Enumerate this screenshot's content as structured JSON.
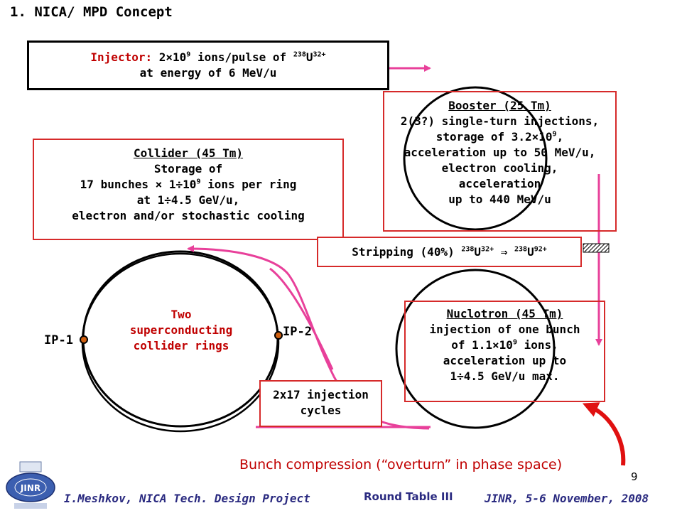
{
  "page_title": "1. NICA/ MPD Concept",
  "injector": {
    "label": "Injector:",
    "line1_text": " 2×10",
    "line1_exp": "9",
    "line1_mid": " ions/pulse of ",
    "line1_iso": "238",
    "line1_elem": "U",
    "line1_charge": "32+",
    "line2": "at energy of 6 MeV/u"
  },
  "booster": {
    "title": "Booster (25 Tm)",
    "line1": "2(3?) single-turn injections,",
    "line2_text": "storage of 3.2×10",
    "line2_exp": "9",
    "line2_tail": ",",
    "line3": "acceleration up to 50 MeV/u,",
    "line4": "electron cooling,",
    "line5": "acceleration",
    "line6": "up to 440 MeV/u"
  },
  "collider": {
    "title": "Collider (45 Tm)",
    "line1": "Storage of",
    "line2_text": "17 bunches  × 1÷10",
    "line2_exp": "9",
    "line2_tail": " ions per ring",
    "line3": "at 1÷4.5 GeV/u,",
    "line4": "electron and/or stochastic cooling"
  },
  "stripping": {
    "text": "Stripping (40%) ",
    "iso1": "238",
    "elem1": "U",
    "charge1": "32+",
    "arrow": "  ⇒  ",
    "iso2": "238",
    "elem2": "U",
    "charge2": "92+"
  },
  "nuclotron": {
    "title": "Nuclotron (45 Tm)",
    "line1": "injection of one bunch",
    "line2_text": "of 1.1×10",
    "line2_exp": "9",
    "line2_tail": " ions,",
    "line3": "acceleration up to",
    "line4": "1÷4.5 GeV/u max."
  },
  "rings": {
    "line1": "Two",
    "line2": "superconducting",
    "line3": "collider rings"
  },
  "ip1": "IP-1",
  "ip2": "IP-2",
  "injection_cycles": {
    "line1": "2x17 injection",
    "line2": "cycles"
  },
  "bunch_compression": "Bunch compression (“overturn” in phase space)",
  "page_number": "9",
  "footer": {
    "left": "I.Meshkov, NICA Tech. Design Project",
    "middle": "Round Table III",
    "right": "JINR, 5-6 November, 2008"
  },
  "logo_text": "JINR",
  "colors": {
    "accent_red": "#c00000",
    "box_border_red": "#d62a2a",
    "arrow_pink": "#e8409a",
    "footer_blue": "#2a2a80"
  }
}
